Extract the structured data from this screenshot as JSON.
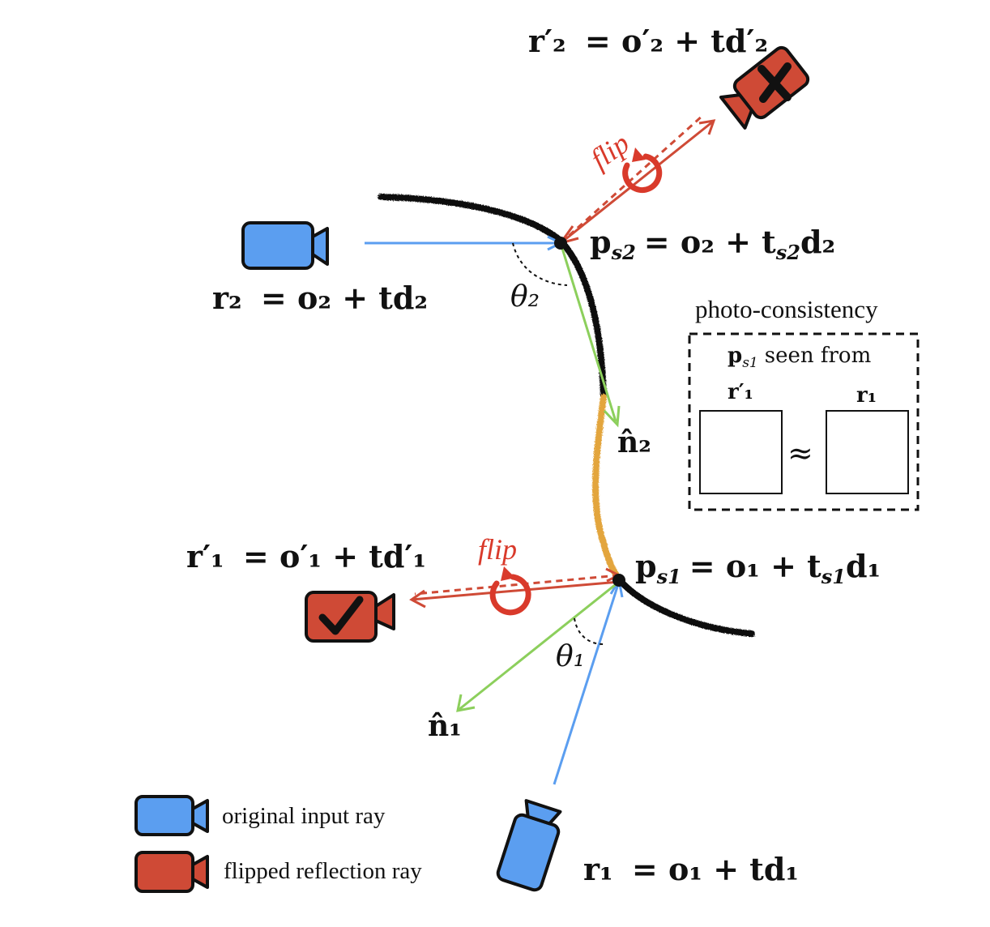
{
  "colors": {
    "blue": "#5b9ef0",
    "red": "#cf4a36",
    "green": "#8ccf5c",
    "orange": "#e3a53c",
    "black": "#111111",
    "flip": "#d93a2b"
  },
  "icons": [
    "camera-icon",
    "check-mark-icon",
    "cross-mark-icon",
    "flip-rotation-icon"
  ],
  "labels": {
    "r2p_lhs": "r′₂",
    "r2p_rhs": "= o′₂ + td′₂",
    "r2_lhs": "r₂",
    "r2_rhs": "= o₂ + td₂",
    "ps2": "p",
    "ps2_sub": "s2",
    "ps2_rhs": "= o₂ + t",
    "ps2_tail": "d₂",
    "theta2": "θ₂",
    "n2": "n̂₂",
    "r1p_lhs": "r′₁",
    "r1p_rhs": "= o′₁ + td′₁",
    "ps1": "p",
    "ps1_sub": "s1",
    "ps1_rhs": "= o₁ + t",
    "ps1_tail": "d₁",
    "theta1": "θ₁",
    "n1": "n̂₁",
    "r1_lhs": "r₁",
    "r1_rhs": "= o₁ + td₁",
    "flip": "flip",
    "pc_title": "photo-consistency",
    "pc_seen_p": "p",
    "pc_seen_sub": "s1",
    "pc_seen_rest": "seen from",
    "pc_left": "r′₁",
    "pc_right": "r₁",
    "pc_approx": "≈"
  },
  "legend": {
    "original": "original input ray",
    "flipped": "flipped reflection ray"
  }
}
